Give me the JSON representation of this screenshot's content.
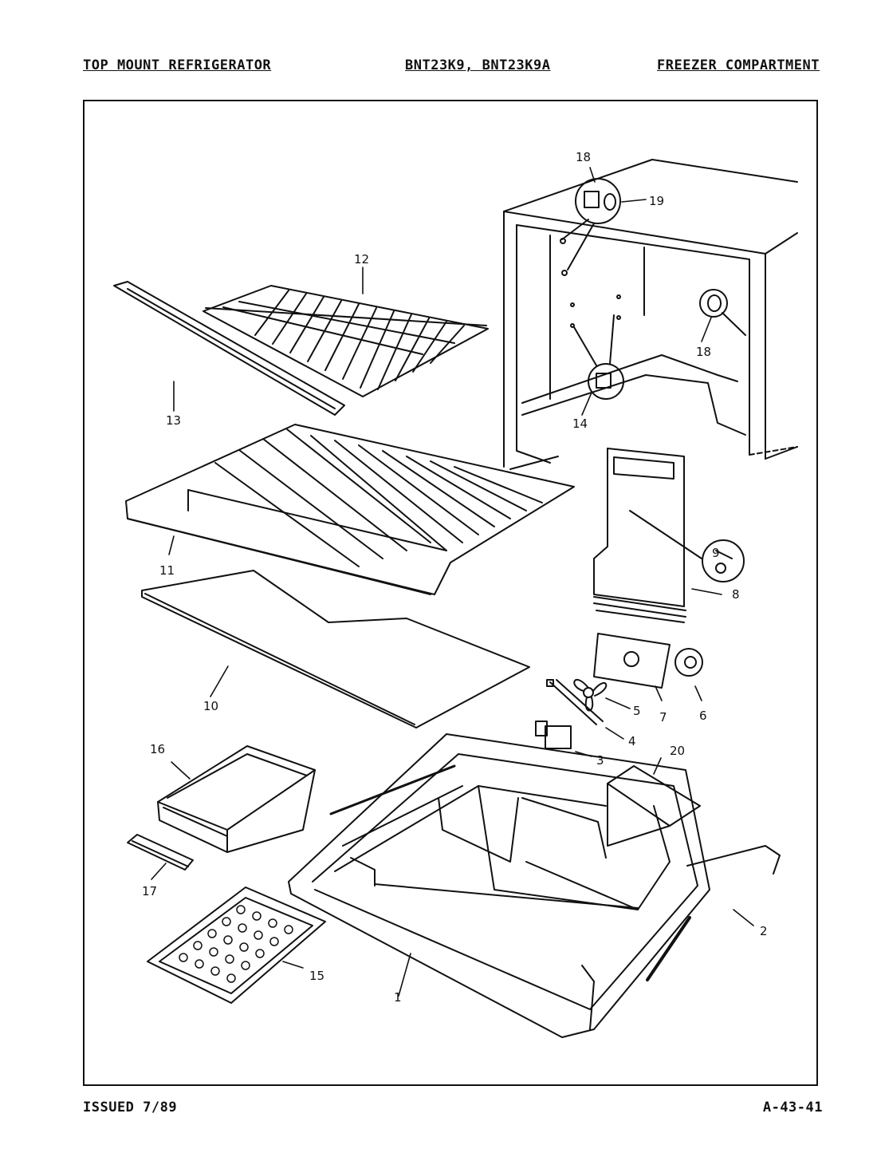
{
  "header": {
    "left": "TOP MOUNT REFRIGERATOR",
    "center": "BNT23K9, BNT23K9A",
    "right": "FREEZER COMPARTMENT"
  },
  "footer": {
    "left": "ISSUED 7/89",
    "right": "A-43-41"
  },
  "callouts": {
    "c1": "1",
    "c2": "2",
    "c3": "3",
    "c4": "4",
    "c5": "5",
    "c6": "6",
    "c7": "7",
    "c8": "8",
    "c9": "9",
    "c10": "10",
    "c11": "11",
    "c12": "12",
    "c13": "13",
    "c14": "14",
    "c15": "15",
    "c16": "16",
    "c17": "17",
    "c18a": "18",
    "c18b": "18",
    "c19": "19",
    "c20": "20"
  }
}
